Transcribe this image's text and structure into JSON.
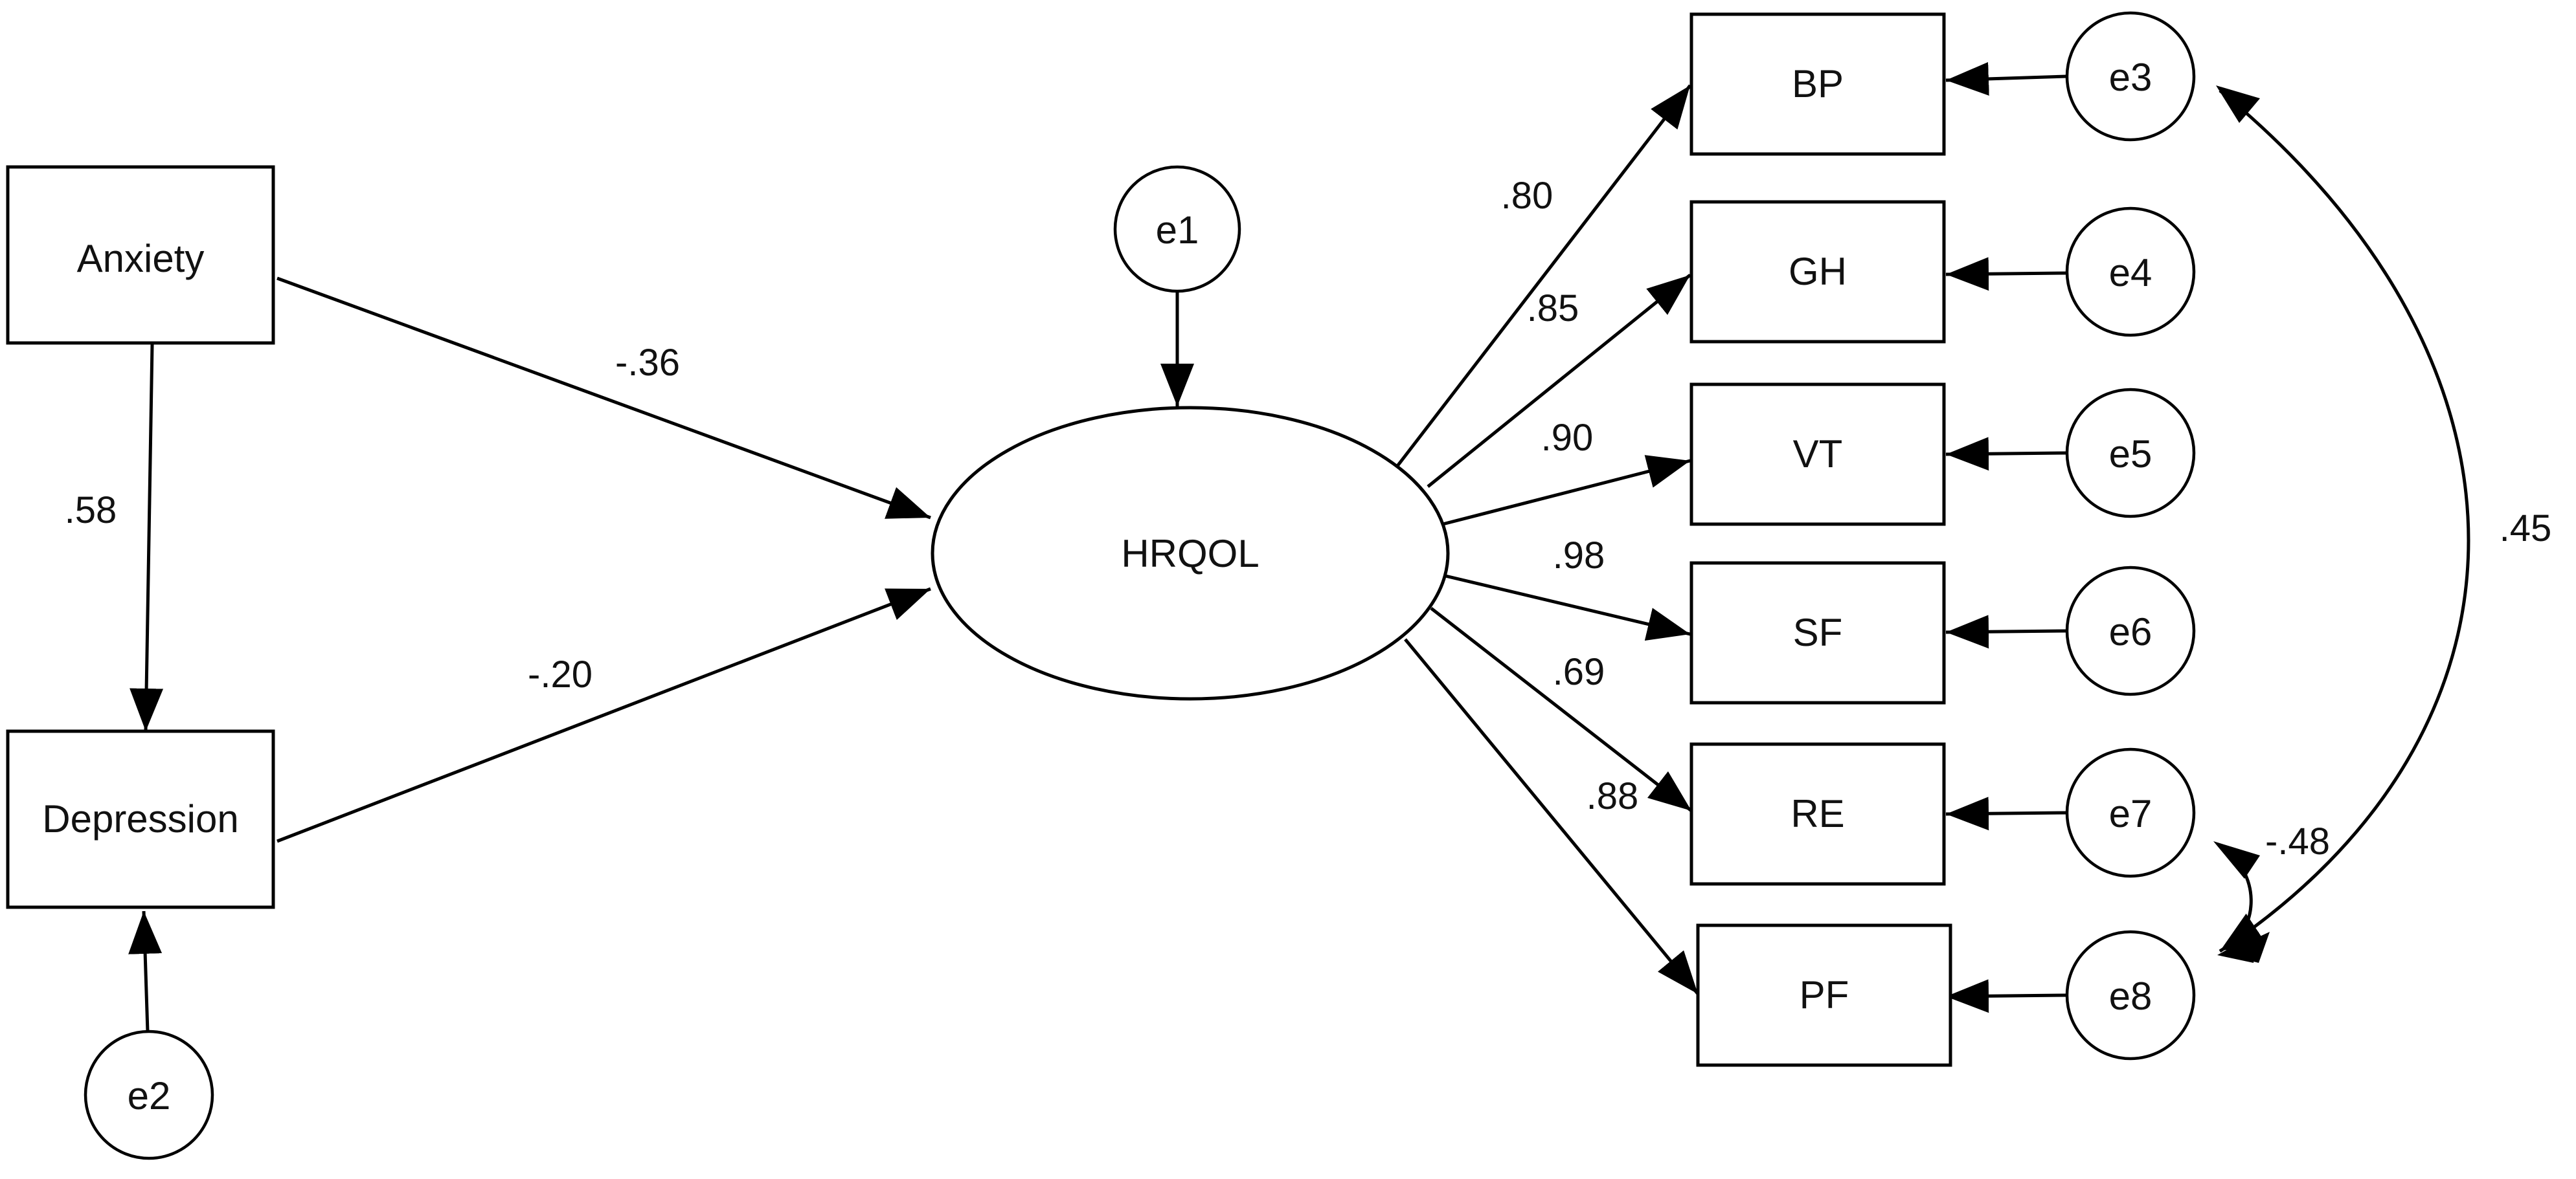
{
  "observed": {
    "anxiety": "Anxiety",
    "depression": "Depression",
    "bp": "BP",
    "gh": "GH",
    "vt": "VT",
    "sf": "SF",
    "re": "RE",
    "pf": "PF"
  },
  "latent": {
    "hrqol": "HRQOL"
  },
  "errors": {
    "e1": "e1",
    "e2": "e2",
    "e3": "e3",
    "e4": "e4",
    "e5": "e5",
    "e6": "e6",
    "e7": "e7",
    "e8": "e8"
  },
  "paths": {
    "anxiety_hrqol": "-.36",
    "depression_hrqol": "-.20",
    "anxiety_depression": ".58",
    "hrqol_bp": ".80",
    "hrqol_gh": ".85",
    "hrqol_vt": ".90",
    "hrqol_sf": ".98",
    "hrqol_re": ".69",
    "hrqol_pf": ".88"
  },
  "covariances": {
    "e3_e8": ".45",
    "e7_e8": "-.48"
  }
}
